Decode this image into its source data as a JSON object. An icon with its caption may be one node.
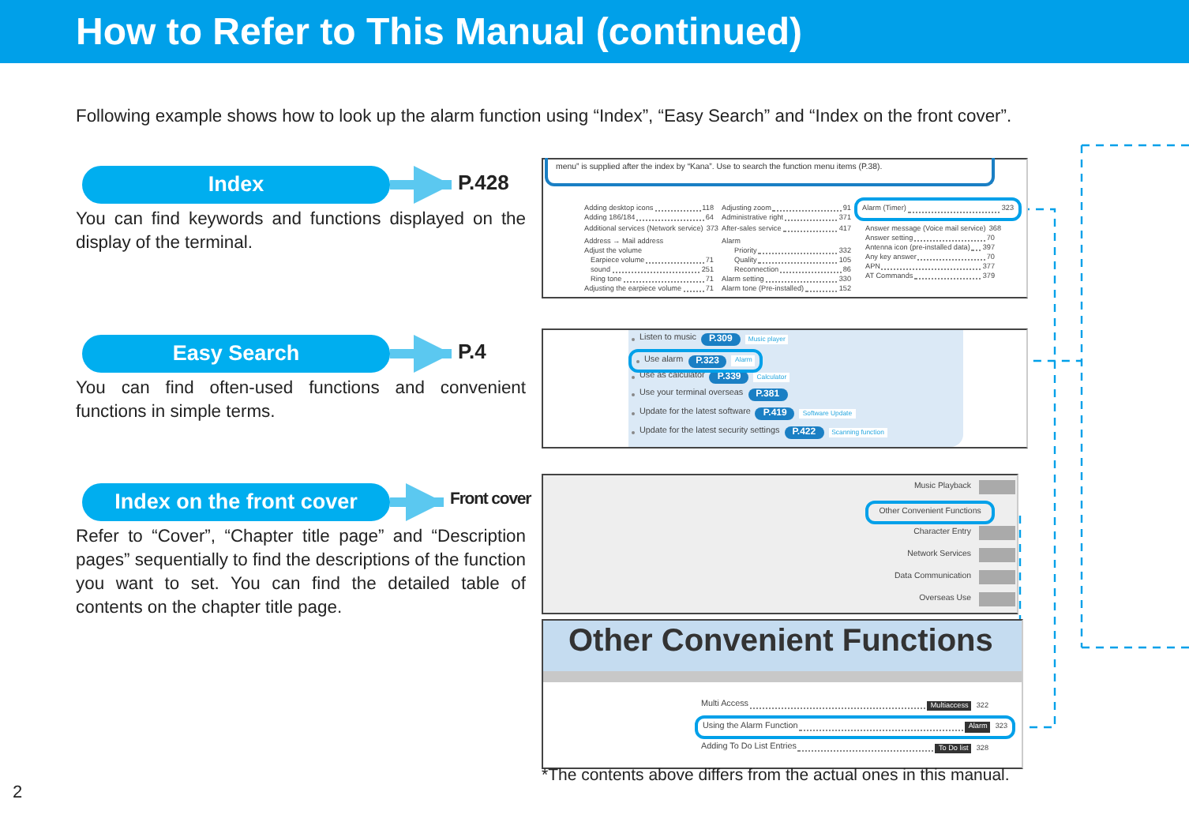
{
  "diagram": {
    "title": "How to Refer to This Manual (continued)",
    "nodes": [
      {
        "text": [
          "Index"
        ],
        "beside": [
          "You can find keywords and functions displayed on the display of the terminal."
        ]
      },
      {
        "text": [
          "P.428"
        ]
      },
      {
        "text": [
          "Easy Search"
        ],
        "beside": [
          "You can find often-used functions and convenient functions in simple terms."
        ]
      },
      {
        "text": [
          "P.4"
        ]
      },
      {
        "text": [
          "Index on the front cover"
        ],
        "beside": [
          "Refer to “Cover”, “Chapter title page” and “Description pages” sequentially to find the descriptions of the function you want to set. You can find the detailed table of contents on the chapter title page."
        ]
      },
      {
        "text": [
          "Front cover"
        ]
      },
      {
        "text": [
          "Alarm (Timer)",
          "323"
        ]
      },
      {
        "text": [
          "Use alarm",
          "P.323",
          "Alarm"
        ]
      },
      {
        "text": [
          "Other Convenient Functions"
        ]
      },
      {
        "text": [
          "Other Convenient Functions"
        ]
      },
      {
        "text": [
          "Using the Alarm Function",
          "Alarm",
          "323"
        ]
      }
    ],
    "edges": [
      {
        "from": 0,
        "to": 1,
        "arrow": "to",
        "style": "thick",
        "color": "#5bc8f0"
      },
      {
        "from": 2,
        "to": 3,
        "arrow": "to",
        "style": "thick",
        "color": "#5bc8f0"
      },
      {
        "from": 4,
        "to": 5,
        "arrow": "to",
        "style": "thick",
        "color": "#5bc8f0"
      },
      {
        "from": 6,
        "to": 10,
        "arrow": "none",
        "style": "dashed",
        "color": "#00a0e9"
      },
      {
        "from": 7,
        "to": null,
        "arrow": "none",
        "style": "dashed",
        "color": "#00a0e9"
      },
      {
        "from": 8,
        "to": 9,
        "arrow": "to",
        "style": "dashed",
        "color": "#00a0e9"
      }
    ],
    "labels": [
      "Following example shows how to look up the alarm function using “Index”, “Easy Search” and “Index on the front cover”.",
      "menu” is supplied after the index by “Kana”. Use to search the function menu items (P.38).",
      "Adding desktop icons",
      "118",
      "Adding 186/184",
      "64",
      "Additional services (Network service)",
      "373",
      "Address → Mail address",
      "Adjust the volume",
      "Earpiece volume",
      "71",
      "sound",
      "251",
      "Ring tone",
      "71",
      "Adjusting the earpiece volume",
      "71",
      "Adjusting zoom",
      "91",
      "Administrative right",
      "371",
      "After-sales service",
      "417",
      "Alarm",
      "Priority",
      "332",
      "Quality",
      "105",
      "Reconnection",
      "86",
      "Alarm setting",
      "330",
      "Alarm tone (Pre-installed)",
      "152",
      "Answer message (Voice mail service)",
      "368",
      "Answer setting",
      "70",
      "Antenna icon (pre-installed data)",
      "397",
      "Any key answer",
      "70",
      "APN",
      "377",
      "AT Commands",
      "379",
      "Listen to music",
      "P.309",
      "Music player",
      "Use as calculator",
      "P.339",
      "Calculator",
      "Use your terminal overseas",
      "P.381",
      "Update for the latest software",
      "P.419",
      "Software Update",
      "Update for the latest security settings",
      "P.422",
      "Scanning function",
      "Music Playback",
      "Character Entry",
      "Network Services",
      "Data Communication",
      "Overseas Use",
      "Multi Access",
      "Multiaccess",
      "322",
      "Adding To Do List Entries",
      "To Do list",
      "328",
      "*The contents above differs from the actual ones in this manual.",
      "2"
    ]
  }
}
